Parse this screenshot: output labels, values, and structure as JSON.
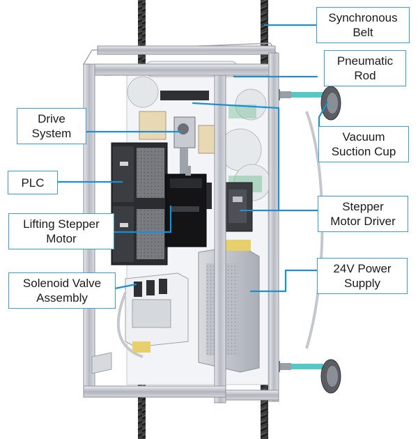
{
  "diagram": {
    "labels": [
      {
        "id": "synchronous-belt",
        "lines": [
          "Synchronous",
          "Belt"
        ]
      },
      {
        "id": "pneumatic-rod",
        "lines": [
          "Pneumatic",
          "Rod"
        ]
      },
      {
        "id": "drive-system",
        "lines": [
          "Drive",
          "System"
        ]
      },
      {
        "id": "vacuum-suction-cup",
        "lines": [
          "Vacuum",
          "Suction Cup"
        ]
      },
      {
        "id": "plc",
        "lines": [
          "PLC"
        ]
      },
      {
        "id": "stepper-motor-driver",
        "lines": [
          "Stepper",
          "Motor Driver"
        ]
      },
      {
        "id": "lifting-stepper-motor",
        "lines": [
          "Lifting Stepper",
          "Motor"
        ]
      },
      {
        "id": "24v-power-supply",
        "lines": [
          "24V Power",
          "Supply"
        ]
      },
      {
        "id": "solenoid-valve-assembly",
        "lines": [
          "Solenoid Valve",
          "Assembly"
        ]
      }
    ],
    "colors": {
      "leader": "#1b8fd6",
      "label_border": "#3a9fd6",
      "frame": "#b9bcc4",
      "plc": "#2a2c30",
      "motor": "#141416",
      "psu": "#c9ccd2",
      "belt": "#3b3b3b"
    }
  }
}
